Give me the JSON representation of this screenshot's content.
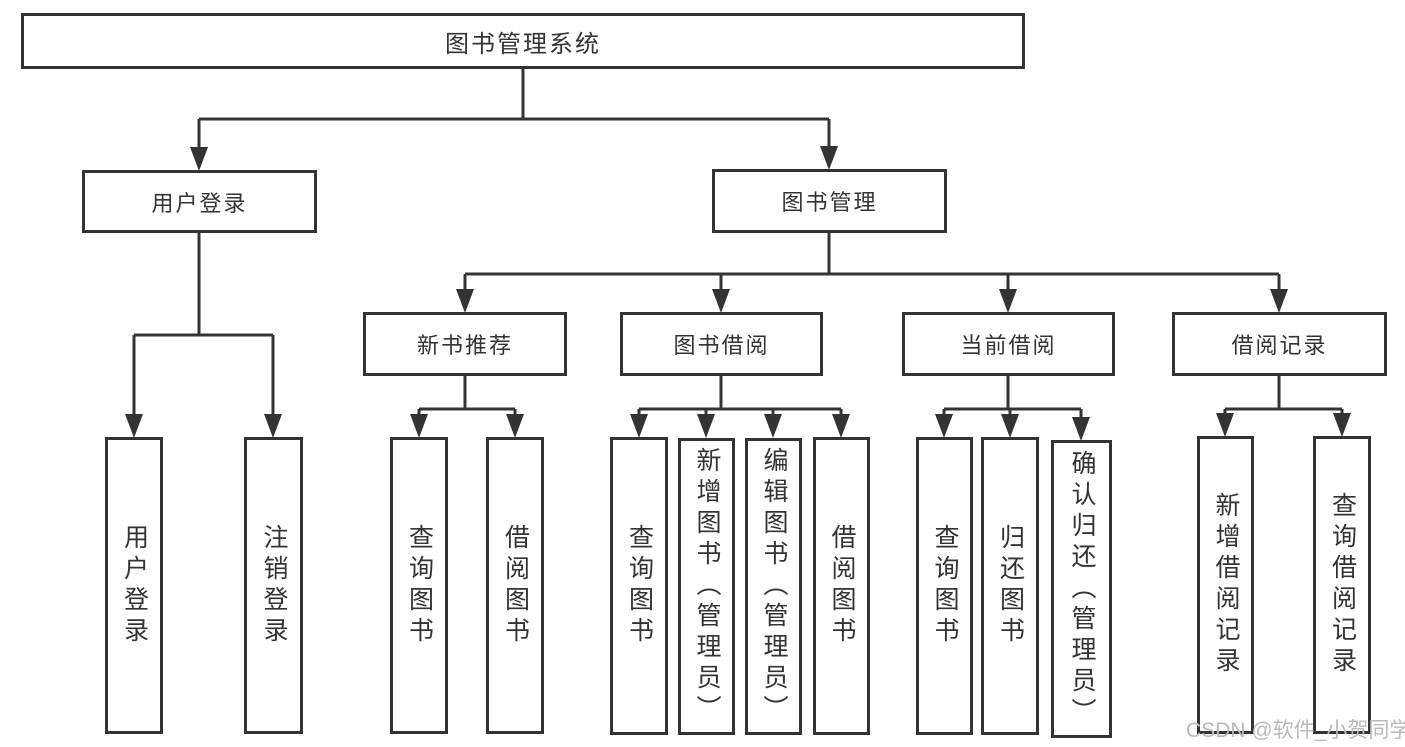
{
  "diagram": {
    "kind": "hierarchy-tree",
    "style": {
      "line_color": "#333333",
      "box_border_color": "#333333",
      "text_color": "#333333",
      "background_color": "#ffffff",
      "watermark_color": "#b9b9b9"
    },
    "tree": {
      "root": {
        "label": "图书管理系统",
        "children": [
          {
            "label": "用户登录",
            "children": [
              {
                "label": "用户登录"
              },
              {
                "label": "注销登录"
              }
            ]
          },
          {
            "label": "图书管理",
            "children": [
              {
                "label": "新书推荐",
                "children": [
                  {
                    "label": "查询图书"
                  },
                  {
                    "label": "借阅图书"
                  }
                ]
              },
              {
                "label": "图书借阅",
                "children": [
                  {
                    "label": "查询图书"
                  },
                  {
                    "label": "新增图书（管理员）"
                  },
                  {
                    "label": "编辑图书（管理员）"
                  },
                  {
                    "label": "借阅图书"
                  }
                ]
              },
              {
                "label": "当前借阅",
                "children": [
                  {
                    "label": "查询图书"
                  },
                  {
                    "label": "归还图书"
                  },
                  {
                    "label": "确认归还（管理员）"
                  }
                ]
              },
              {
                "label": "借阅记录",
                "children": [
                  {
                    "label": "新增借阅记录"
                  },
                  {
                    "label": "查询借阅记录"
                  }
                ]
              }
            ]
          }
        ]
      }
    },
    "watermark": {
      "text": "CSDN @软件_小贺同学"
    }
  }
}
